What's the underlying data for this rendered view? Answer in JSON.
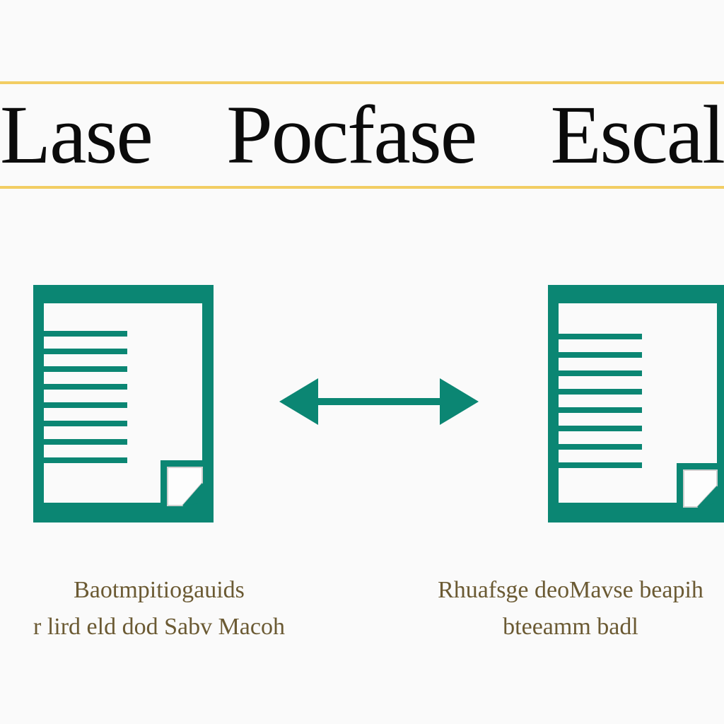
{
  "title": {
    "words": [
      "Lase",
      "Pocfase",
      "Escal"
    ]
  },
  "left_caption": {
    "line1": "Baotmpitiogauids",
    "line2": "r lird eld dod Sabv Macoh"
  },
  "right_caption": {
    "line1": "Rhuafsge deoMavse beapih",
    "line2": "bteeamm badl"
  },
  "icons": {
    "left_document": "document-icon",
    "right_document": "document-icon",
    "exchange_arrow": "double-arrow-icon"
  },
  "colors": {
    "accent": "#0b8673",
    "title_rule": "#f2cd63",
    "title_text": "#0b0b0b",
    "caption_text": "#6b5a33",
    "background": "#fafafa"
  }
}
